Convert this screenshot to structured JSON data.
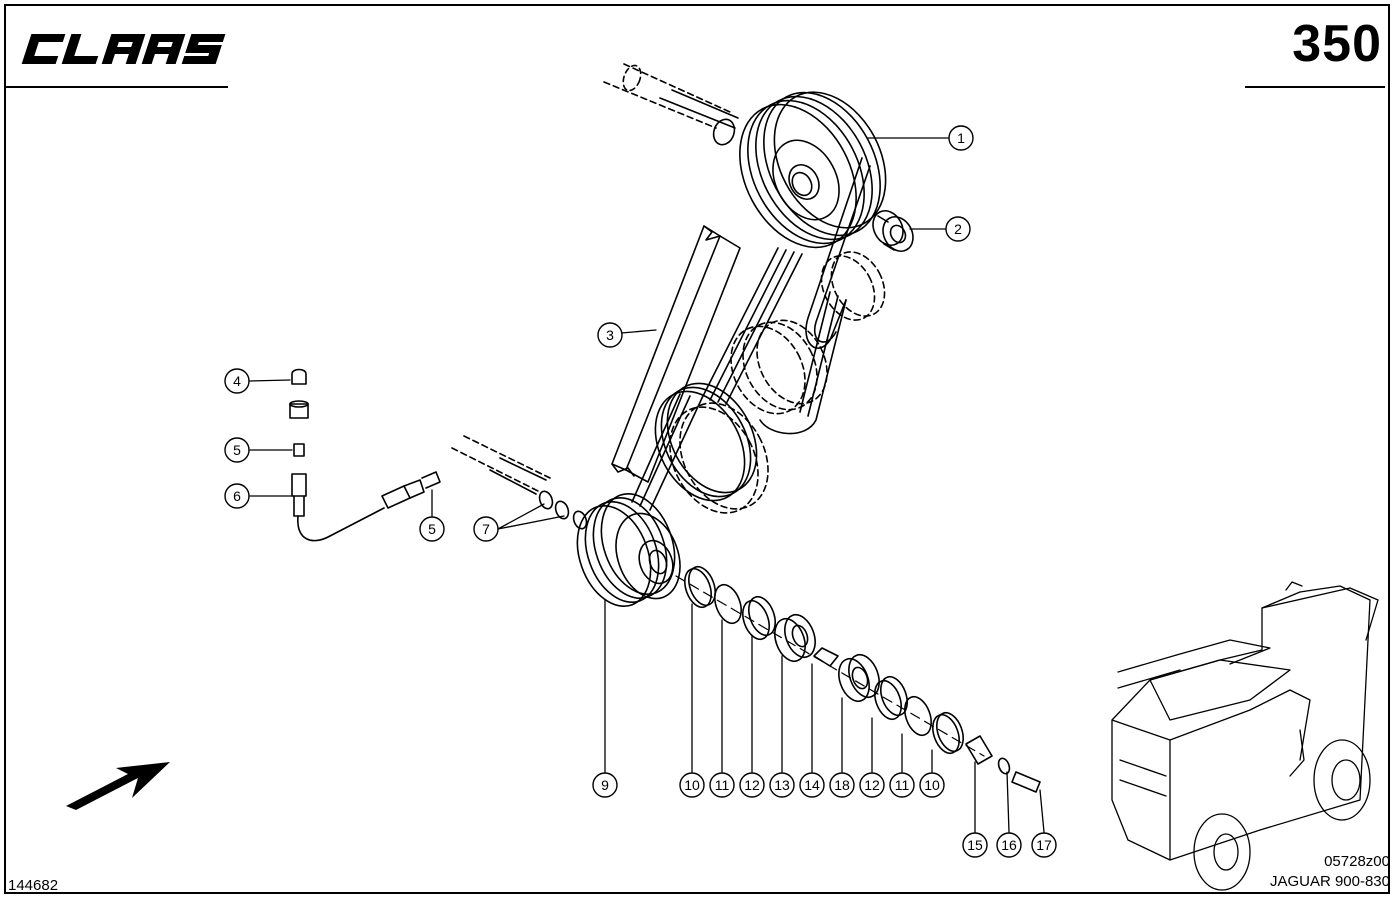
{
  "header": {
    "brand": "CLAAS",
    "page_number": "350"
  },
  "footer": {
    "drawing_number": "144682",
    "image_code": "05728z00",
    "model": "JAGUAR 900-830"
  },
  "callouts": [
    {
      "id": "c1",
      "label": "1"
    },
    {
      "id": "c2",
      "label": "2"
    },
    {
      "id": "c3",
      "label": "3"
    },
    {
      "id": "c4",
      "label": "4"
    },
    {
      "id": "c5a",
      "label": "5"
    },
    {
      "id": "c5b",
      "label": "5"
    },
    {
      "id": "c6",
      "label": "6"
    },
    {
      "id": "c7",
      "label": "7"
    },
    {
      "id": "c9",
      "label": "9"
    },
    {
      "id": "c10a",
      "label": "10"
    },
    {
      "id": "c11a",
      "label": "11"
    },
    {
      "id": "c12a",
      "label": "12"
    },
    {
      "id": "c13",
      "label": "13"
    },
    {
      "id": "c14",
      "label": "14"
    },
    {
      "id": "c18",
      "label": "18"
    },
    {
      "id": "c12b",
      "label": "12"
    },
    {
      "id": "c11b",
      "label": "11"
    },
    {
      "id": "c10b",
      "label": "10"
    },
    {
      "id": "c15",
      "label": "15"
    },
    {
      "id": "c16",
      "label": "16"
    },
    {
      "id": "c17",
      "label": "17"
    }
  ]
}
